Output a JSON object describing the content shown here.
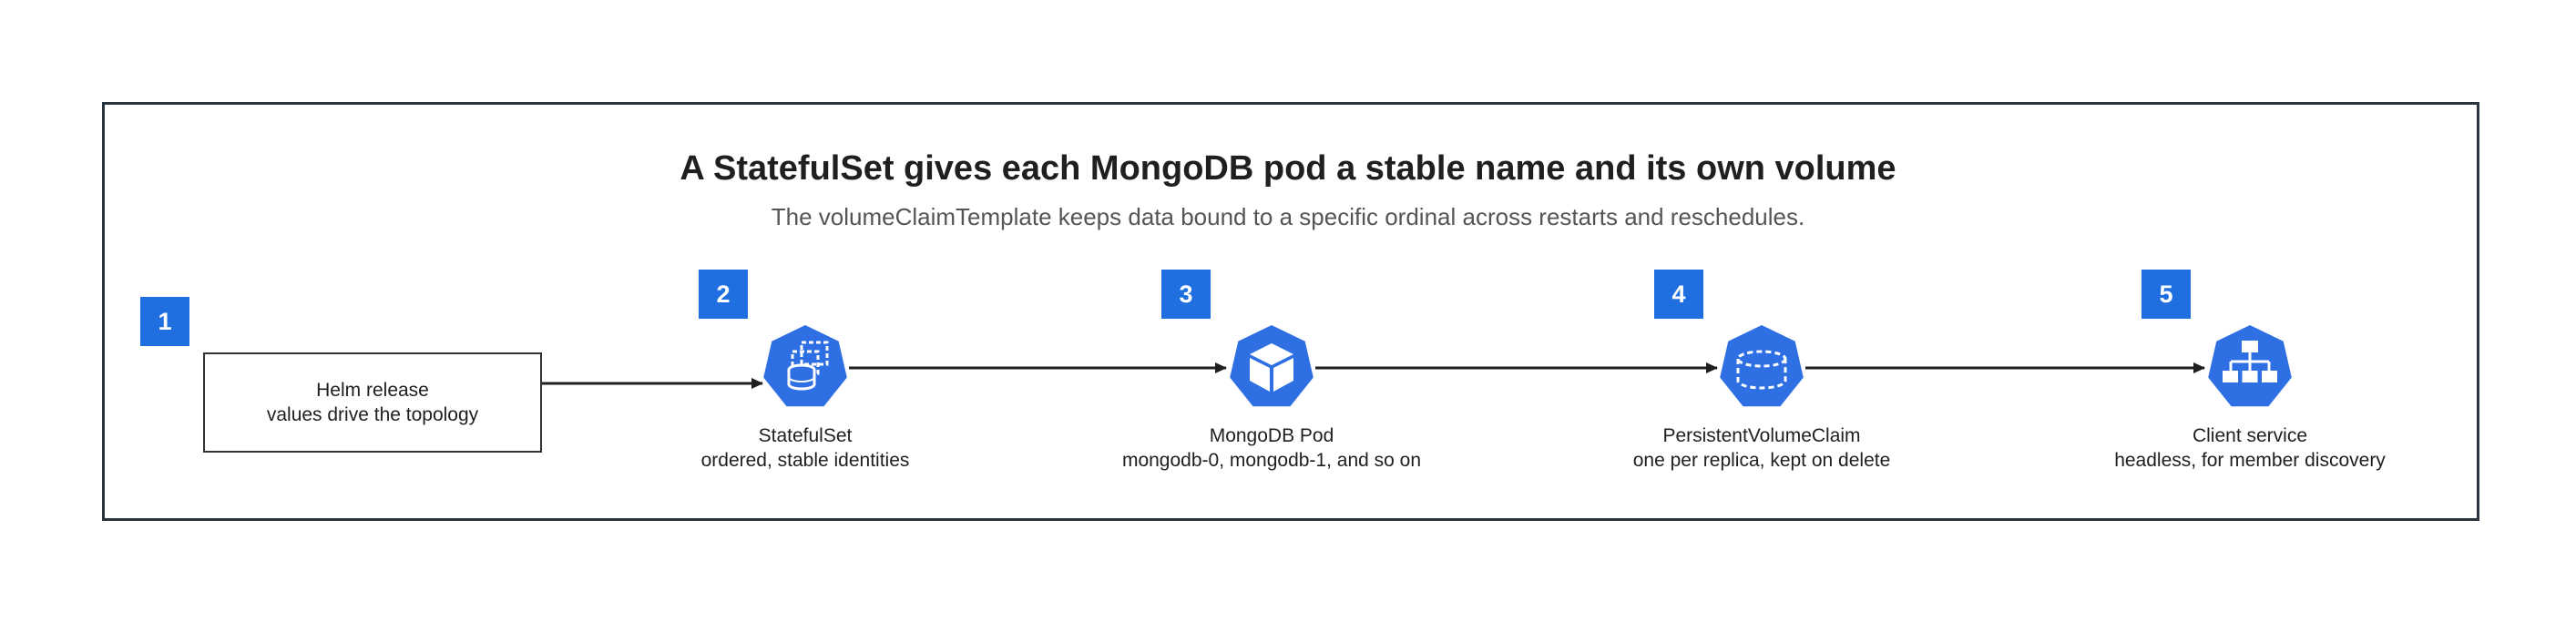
{
  "title": "A StatefulSet gives each MongoDB pod a stable name and its own volume",
  "subtitle": "The volumeClaimTemplate keeps data bound to a specific ordinal across restarts and reschedules.",
  "accent_color": "#1f6fe0",
  "steps": [
    {
      "number": "1",
      "line1": "Helm release",
      "line2": "values drive the topology",
      "icon": "helm-release-box"
    },
    {
      "number": "2",
      "line1": "StatefulSet",
      "line2": "ordered, stable identities",
      "icon": "statefulset-icon"
    },
    {
      "number": "3",
      "line1": "MongoDB Pod",
      "line2": "mongodb-0, mongodb-1, and so on",
      "icon": "pod-cube-icon"
    },
    {
      "number": "4",
      "line1": "PersistentVolumeClaim",
      "line2": "one per replica, kept on delete",
      "icon": "pvc-cylinder-icon"
    },
    {
      "number": "5",
      "line1": "Client service",
      "line2": "headless, for member discovery",
      "icon": "service-hierarchy-icon"
    }
  ]
}
